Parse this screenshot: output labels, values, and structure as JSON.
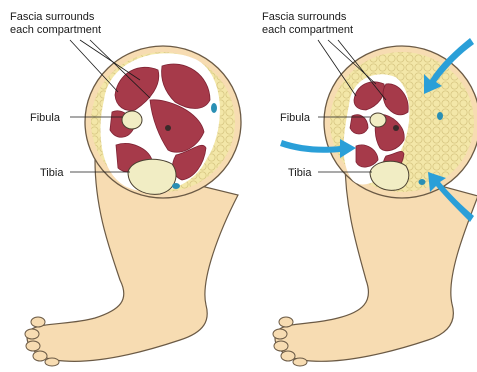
{
  "panels": [
    {
      "id": "normal",
      "label_fascia_line1": "Fascia surrounds",
      "label_fascia_line2": "each compartment",
      "label_fibula": "Fibula",
      "label_tibia": "Tibia"
    },
    {
      "id": "compressed",
      "label_fascia_line1": "Fascia surrounds",
      "label_fascia_line2": "each compartment",
      "label_fibula": "Fibula",
      "label_tibia": "Tibia"
    }
  ],
  "colors": {
    "skin": "#f7dcb2",
    "skin_outline": "#6b5a45",
    "fat": "#f3e7a8",
    "muscle": "#a63a4a",
    "muscle_dark": "#7e2233",
    "fascia": "#ffffff",
    "bone": "#f1edc4",
    "vessel": "#2a8fb4",
    "arrow": "#2a9fd8"
  }
}
